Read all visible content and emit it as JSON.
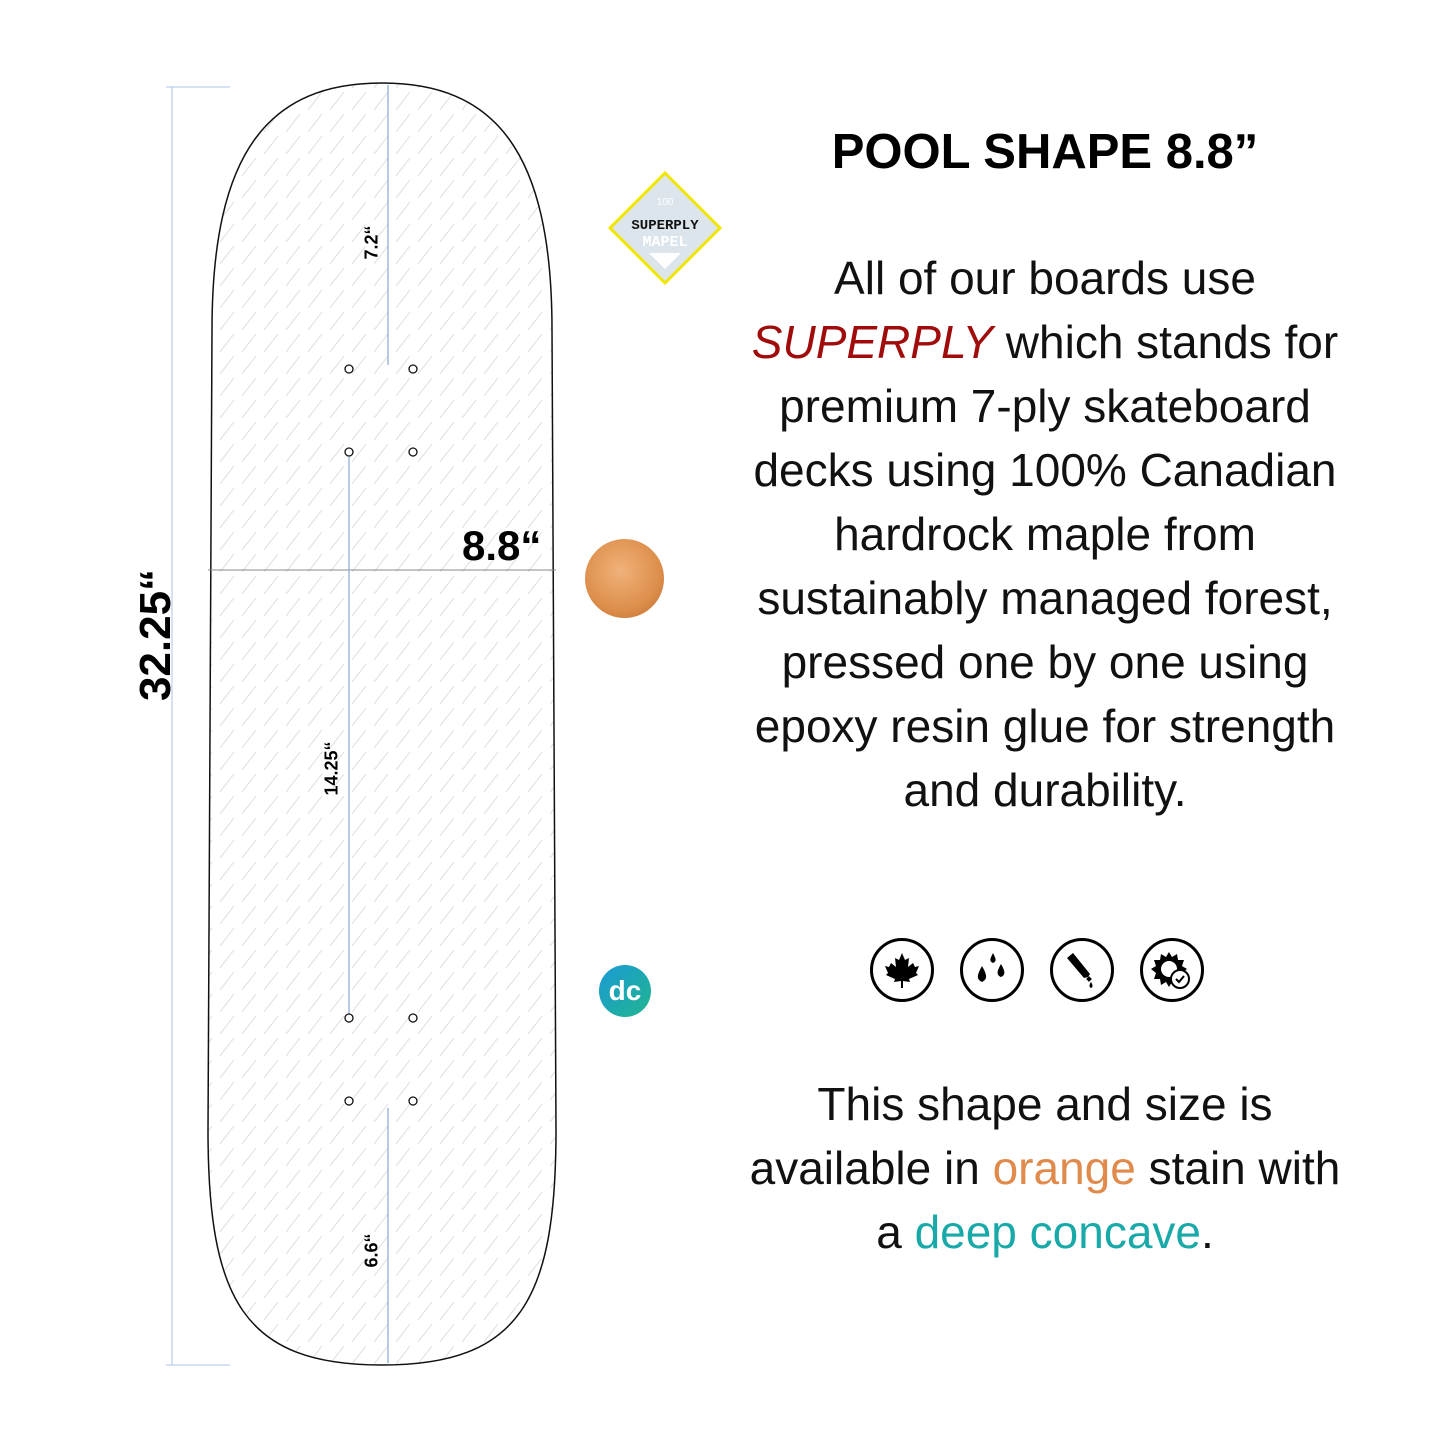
{
  "title": "POOL SHAPE 8.8”",
  "description": {
    "pre": "All of our boards use ",
    "brand": "SUPERPLY",
    "post": " which stands for premium 7-ply skateboard decks using 100% Canadian hardrock maple from sustainably managed forest, pressed one by one using epoxy resin glue for strength and durability."
  },
  "availability": {
    "pre": "This shape and size is available in ",
    "color": "orange",
    "mid": " stain with a ",
    "concave": "deep concave",
    "post": "."
  },
  "dimensions": {
    "length": "32.25“",
    "width": "8.8“",
    "nose": "7.2“",
    "wheelbase": "14.25“",
    "tail": "6.6“"
  },
  "badge": {
    "number": "100",
    "line1": "SUPERPLY",
    "line2": "MAPEL"
  },
  "dc_logo": "dc",
  "icons": [
    "maple-leaf-icon",
    "water-drops-icon",
    "glue-tube-icon",
    "sun-check-icon"
  ],
  "colors": {
    "brand": "#a00c0c",
    "orange": "#e08a4c",
    "teal": "#1aa9a9",
    "stain": "#dd8f4c"
  }
}
